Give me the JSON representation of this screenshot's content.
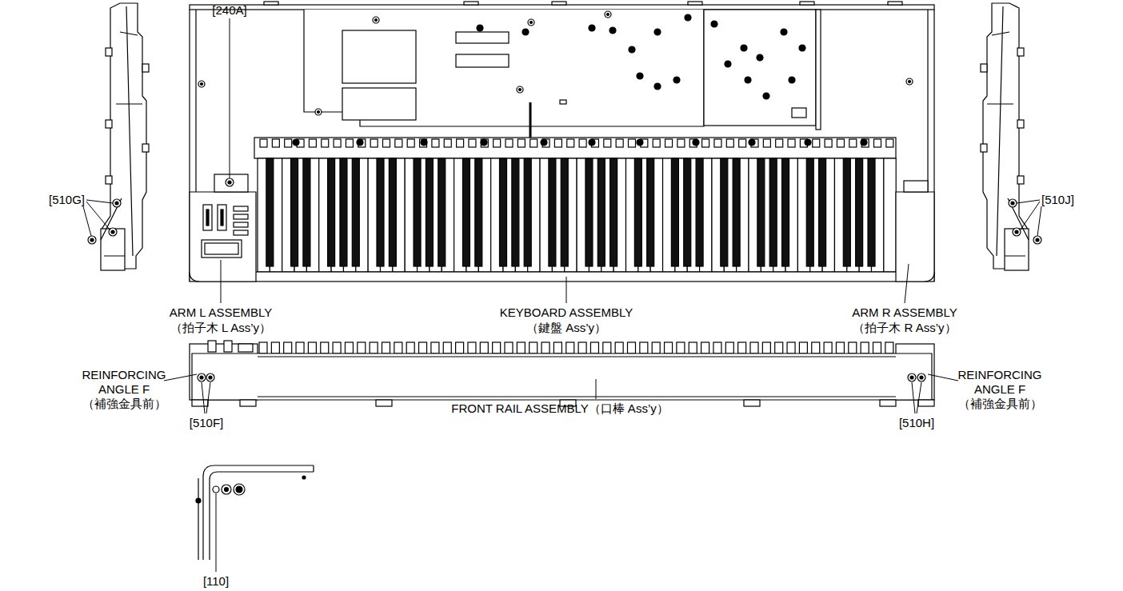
{
  "diagram": {
    "labels": [
      "[240A]",
      "[510G]",
      "[510J]",
      "ARM L ASSEMBLY",
      "（拍子木 L Ass’y）",
      "KEYBOARD ASSEMBLY",
      "（鍵盤 Ass’y）",
      "ARM R ASSEMBLY",
      "（拍子木 R Ass’y）",
      "REINFORCING ANGLE F",
      "（補強金具前）",
      "[510F]",
      "FRONT RAIL ASSEMBLY（口棒 Ass’y）",
      "[510H]",
      "REINFORCING ANGLE F",
      "（補強金具前）",
      "[110]"
    ]
  }
}
